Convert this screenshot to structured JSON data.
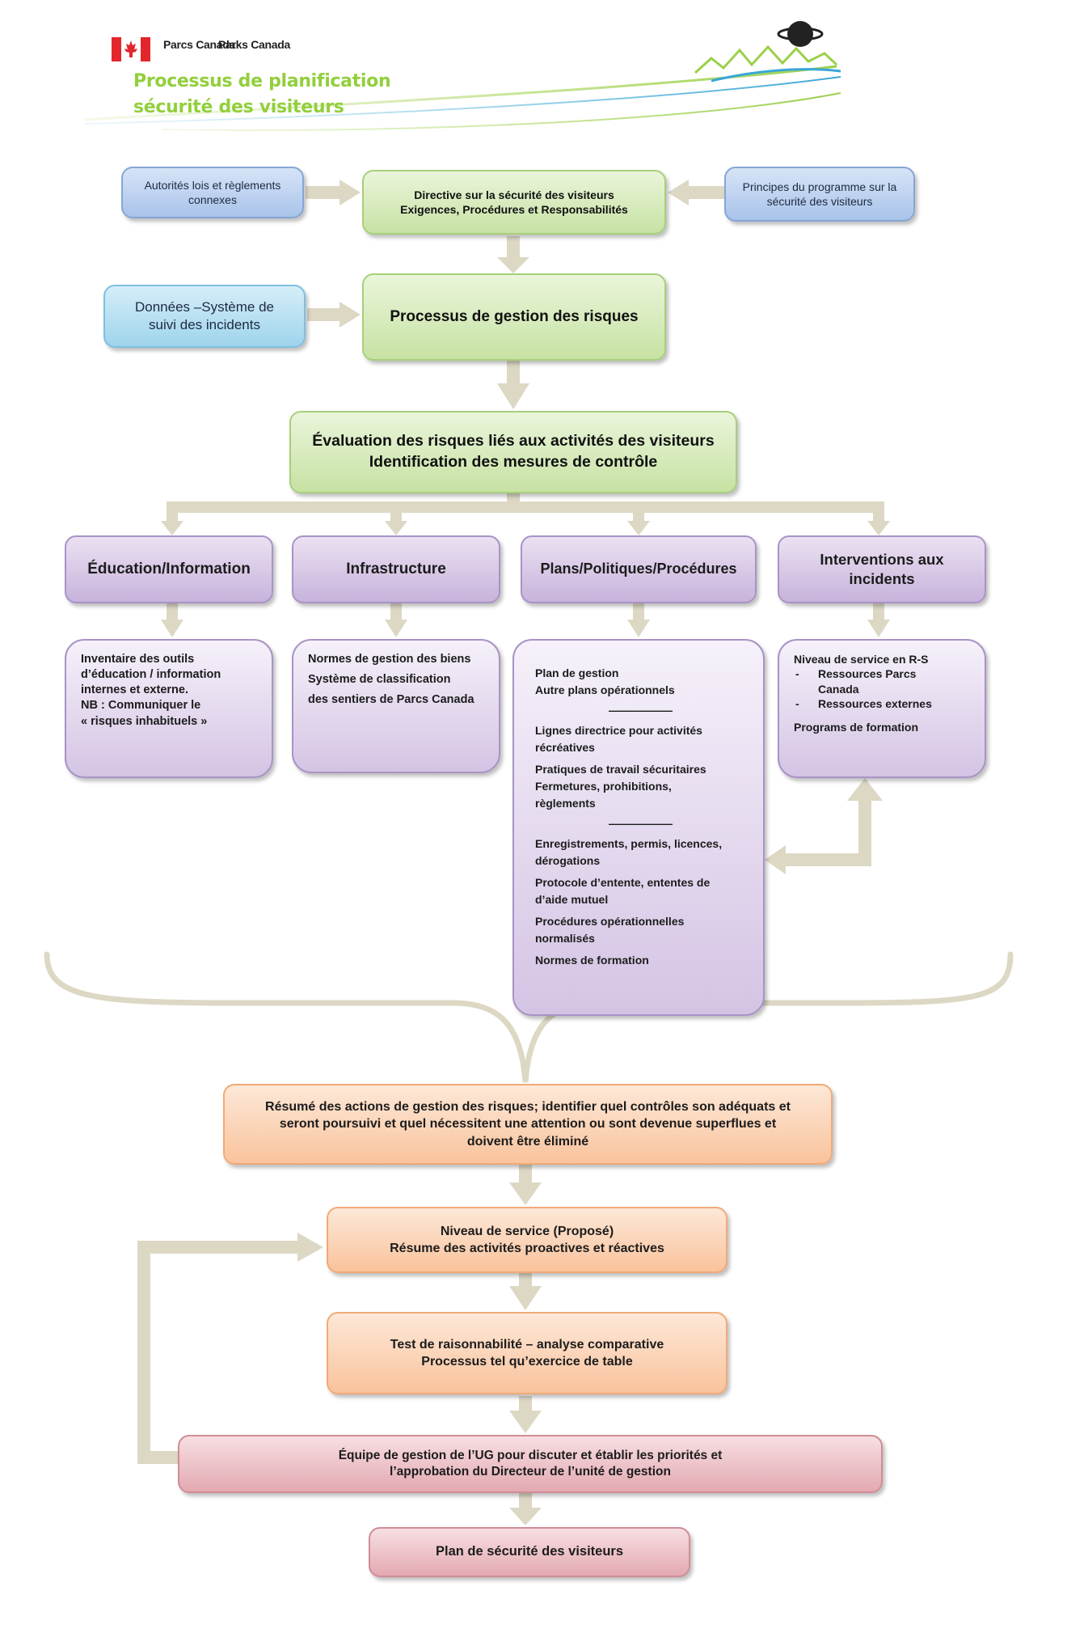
{
  "header": {
    "org_fr_1": "Parcs",
    "org_fr_2": "Canada",
    "org_en_1": "Parks",
    "org_en_2": "Canada",
    "title_line1": "Processus de planification",
    "title_line2": "sécurité des visiteurs"
  },
  "top": {
    "authorities": [
      "Autorités lois et règlements",
      "connexes"
    ],
    "directive": [
      "Directive sur la sécurité des visiteurs",
      "Exigences, Procédures et Responsabilités"
    ],
    "principles": [
      "Principes du programme sur la",
      "sécurité des visiteurs"
    ],
    "data_system": [
      "Données –Système de",
      "suivi des incidents"
    ],
    "risk_process": "Processus de gestion des risques",
    "evaluation": [
      "Évaluation des risques liés aux activités des visiteurs",
      "Identification des mesures de contrôle"
    ]
  },
  "categories": {
    "education": {
      "title": "Éducation/Information",
      "lines": [
        "Inventaire des outils",
        "d’éducation / information",
        "internes et externe.",
        "NB : Communiquer le",
        "« risques inhabituels »"
      ]
    },
    "infrastructure": {
      "title": "Infrastructure",
      "lines": [
        "Normes de gestion des biens",
        "Système de classification",
        "des sentiers de Parcs Canada"
      ]
    },
    "plans": {
      "title": "Plans/Politiques/Procédures",
      "lines": [
        "Plan de gestion",
        "Autre plans opérationnels",
        "——————",
        "Lignes directrice pour activités",
        "récréatives",
        "Pratiques de travail sécuritaires",
        "Fermetures, prohibitions,",
        "règlements",
        "——————",
        "Enregistrements, permis, licences,",
        "dérogations",
        "Protocole d’entente, ententes de",
        "d’aide mutuel",
        "Procédures opérationnelles",
        "normalisés",
        "Normes de formation"
      ]
    },
    "interventions": {
      "title_line1": "Interventions aux",
      "title_line2": "incidents",
      "level": "Niveau de service en R-S",
      "bullet1_line1": "Ressources Parcs",
      "bullet1_line2": "Canada",
      "bullet2": "Ressources externes",
      "training": "Programs de formation"
    }
  },
  "bottom": {
    "summary": [
      "Résumé des actions de gestion des risques; identifier quel contrôles son adéquats et",
      "seront poursuivi et quel nécessitent une attention ou sont devenue superflues et",
      "doivent être éliminé"
    ],
    "service_level": [
      "Niveau de service (Proposé)",
      "Résume des activités proactives et réactives"
    ],
    "reasonableness": [
      "Test de raisonnabilité – analyse comparative",
      "Processus tel qu’exercice de table"
    ],
    "team": [
      "Équipe de gestion de l’UG pour discuter et établir les priorités et",
      "l’approbation du Directeur de l’unité de gestion"
    ],
    "plan": "Plan de sécurité des visiteurs"
  },
  "colors": {
    "connector": "#ddd8c4",
    "title_green": "#92cf3c",
    "flag_red": "#e3262c"
  }
}
